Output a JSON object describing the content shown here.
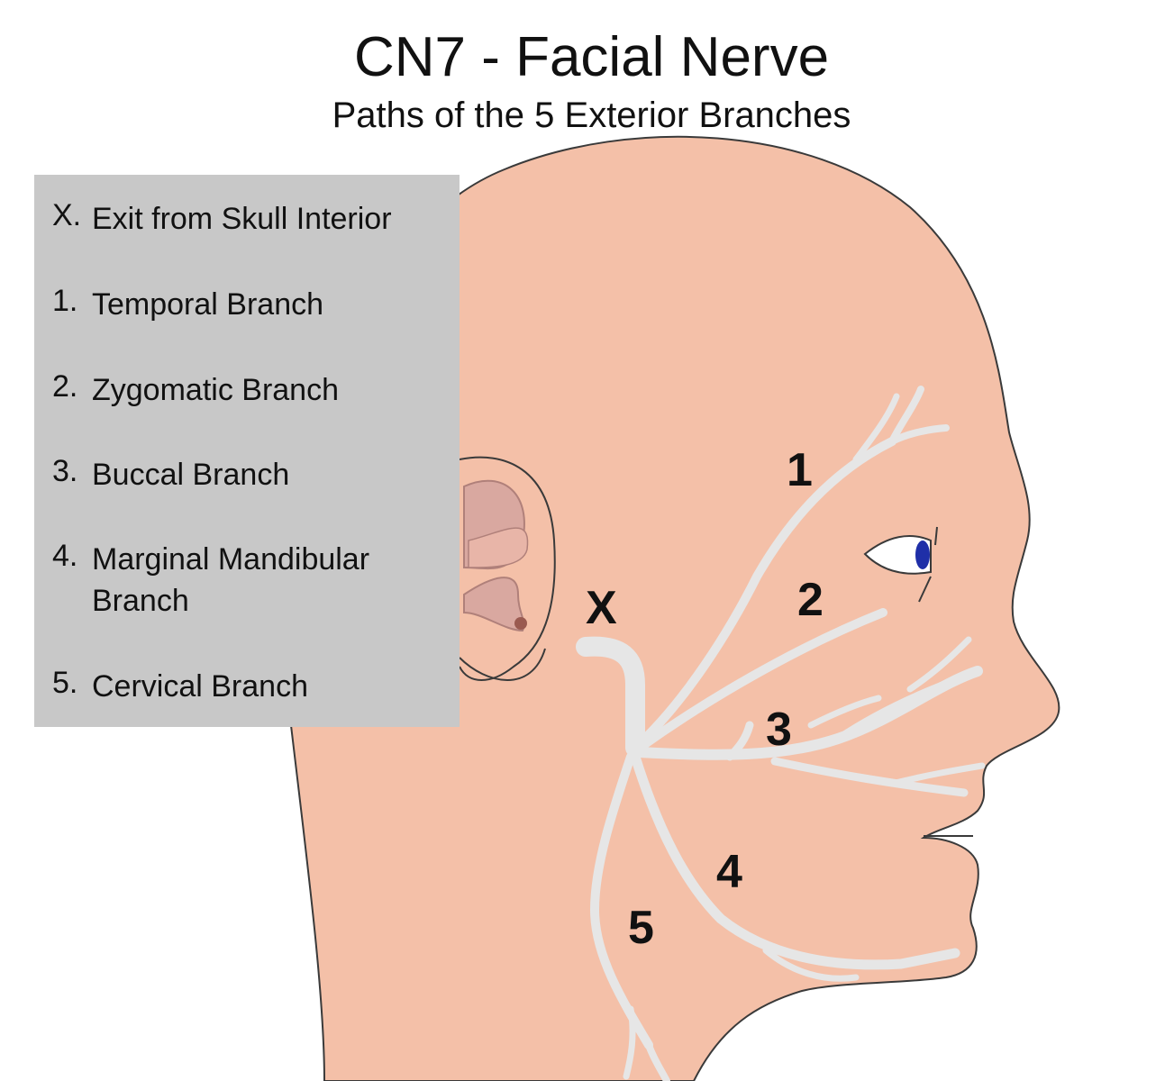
{
  "title": "CN7 - Facial Nerve",
  "subtitle": "Paths of the 5 Exterior Branches",
  "legend": [
    {
      "key": "X.",
      "label": "Exit from Skull Interior"
    },
    {
      "key": "1.",
      "label": "Temporal Branch"
    },
    {
      "key": "2.",
      "label": "Zygomatic Branch"
    },
    {
      "key": "3.",
      "label": "Buccal Branch"
    },
    {
      "key": "4.",
      "label": "Marginal Mandibular Branch"
    },
    {
      "key": "5.",
      "label": "Cervical Branch"
    }
  ],
  "markers": {
    "x": "X",
    "b1": "1",
    "b2": "2",
    "b3": "3",
    "b4": "4",
    "b5": "5"
  },
  "colors": {
    "skin": "#f4c0a8",
    "outline": "#3a3a3a",
    "nerve": "#e6e6e6",
    "ear_inner": "#d9a8a0",
    "legend_bg": "#c8c8c8",
    "iris": "#1f2fa8"
  }
}
